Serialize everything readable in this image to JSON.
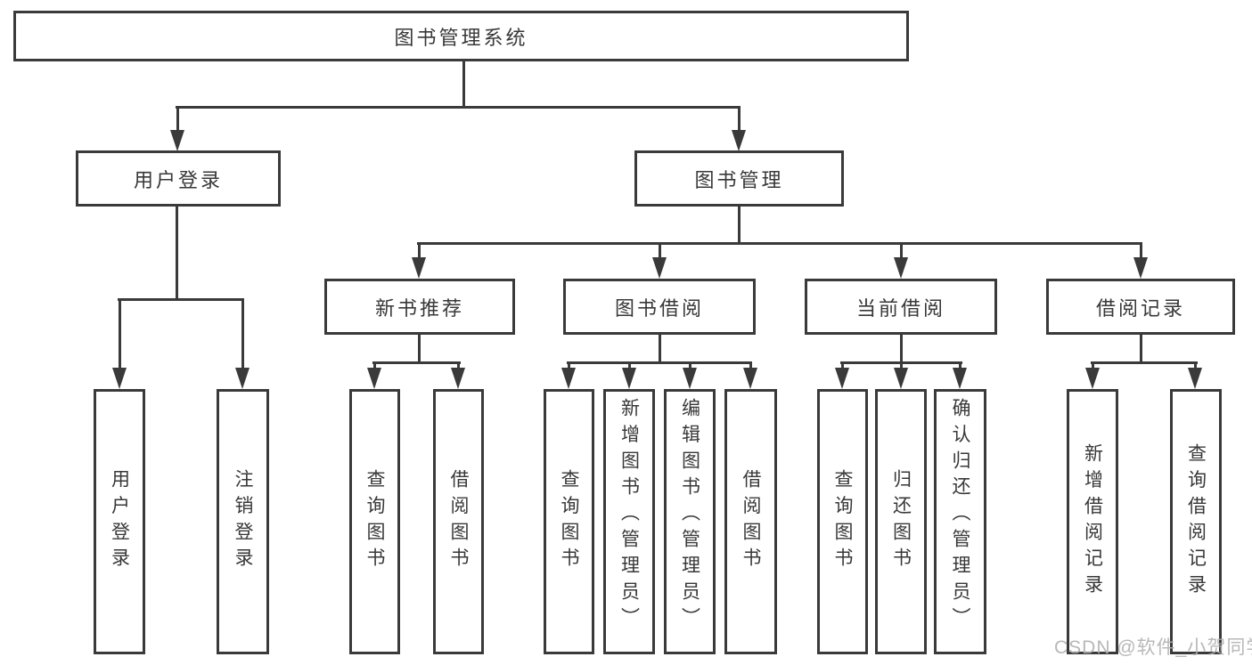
{
  "diagram": {
    "root_label": "图书管理系统",
    "user_login": {
      "label": "用户登录",
      "leaves": [
        "用户登录",
        "注销登录"
      ]
    },
    "book_mgmt": {
      "label": "图书管理",
      "sections": [
        {
          "label": "新书推荐",
          "leaves": [
            "查询图书",
            "借阅图书"
          ]
        },
        {
          "label": "图书借阅",
          "leaves": [
            "查询图书",
            "新增图书（管理员）",
            "编辑图书（管理员）",
            "借阅图书"
          ]
        },
        {
          "label": "当前借阅",
          "leaves": [
            "查询图书",
            "归还图书",
            "确认归还（管理员）"
          ]
        },
        {
          "label": "借阅记录",
          "leaves": [
            "新增借阅记录",
            "查询借阅记录"
          ]
        }
      ]
    },
    "watermark": "CSDN @软件_小贺同学",
    "colors": {
      "line": "#3a3a3a",
      "text": "#383838",
      "background": "#ffffff",
      "watermark": "#b0b0b0"
    }
  }
}
